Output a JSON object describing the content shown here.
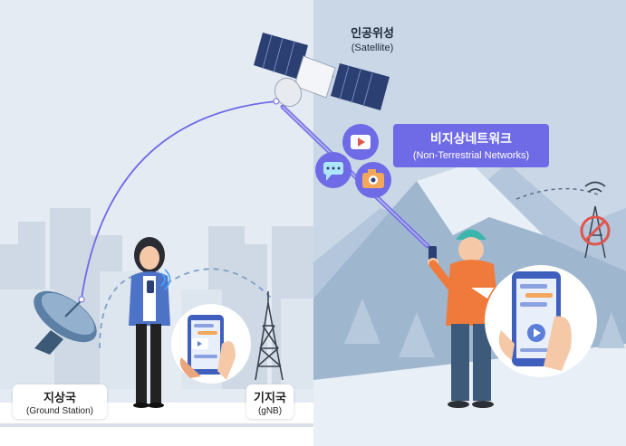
{
  "satellite": {
    "label_ko": "인공위성",
    "label_en": "(Satellite)"
  },
  "ntn": {
    "label_ko": "비지상네트워크",
    "label_en": "(Non-Terrestrial Networks)"
  },
  "ground_station": {
    "label_ko": "지상국",
    "label_en": "(Ground Station)"
  },
  "gnb": {
    "label_ko": "기지국",
    "label_en": "(gNB)"
  },
  "colors": {
    "link_line": "#6f6ae6",
    "ntn_box": "#6f6ae6",
    "left_sky": "#e4ebf3",
    "right_sky": "#c9d7e6",
    "mountain": "#9fb6cf"
  },
  "icons": [
    "satellite-icon",
    "dish-antenna-icon",
    "cell-tower-icon",
    "video-play-icon",
    "chat-icon",
    "camera-icon",
    "no-signal-tower-icon"
  ]
}
